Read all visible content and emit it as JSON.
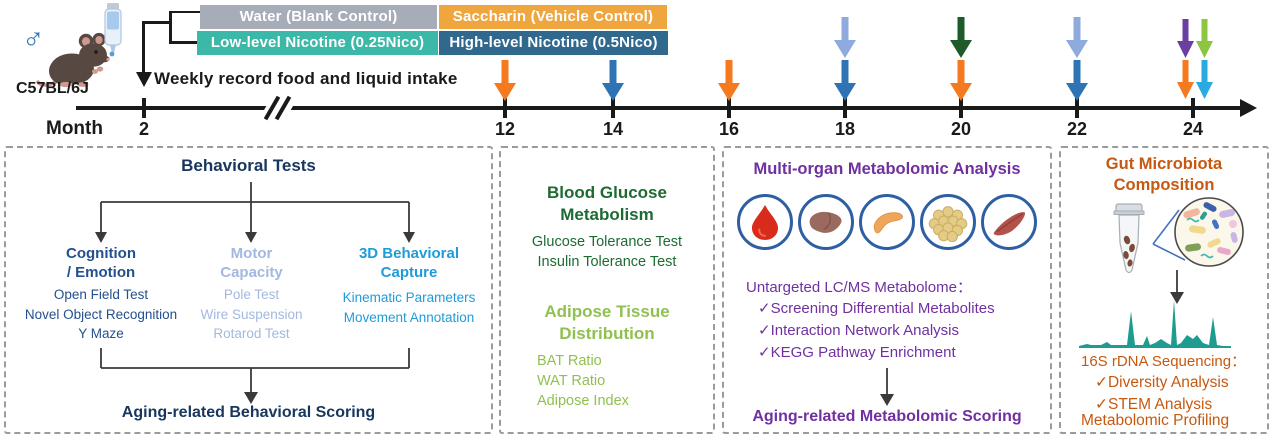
{
  "colors": {
    "orange_arrow": "#F4791F",
    "steel_arrow": "#2E74B5",
    "periwinkle_arrow": "#8FAADC",
    "darkgreen_arrow": "#1E5B2B",
    "purple_arrow": "#6B3FA0",
    "yellowgreen_arrow": "#8CC63F",
    "cyan_arrow": "#29ABE2",
    "water_box": "#A6ACB8",
    "low_nicotine_box": "#3CB8A8",
    "saccharin_box": "#F0A63E",
    "high_nicotine_box": "#30688E",
    "navy": "#17375E",
    "bright_blue": "#1F9CD8",
    "dark_green": "#1D6B33",
    "light_green": "#90C150",
    "purple": "#7030A0",
    "burnt_orange": "#C65911",
    "teal_trace": "#1E9C8F"
  },
  "header": {
    "sex_symbol": "♂",
    "strain": "C57BL/6J",
    "note": "Weekly record food and liquid intake",
    "legend": [
      {
        "label": "Water (Blank Control)"
      },
      {
        "label": "Low-level Nicotine (0.25Nico)"
      },
      {
        "label": "Saccharin (Vehicle Control)"
      },
      {
        "label": "High-level Nicotine (0.5Nico)"
      }
    ]
  },
  "timeline": {
    "axis_label": "Month",
    "months": [
      "2",
      "12",
      "14",
      "16",
      "18",
      "20",
      "22",
      "24"
    ]
  },
  "panels": {
    "behavior": {
      "title": "Behavioral Tests",
      "columns": [
        {
          "name": "Cognition\n/ Emotion",
          "items": [
            "Open Field Test",
            "Novel Object Recognition",
            "Y Maze"
          ]
        },
        {
          "name": "Motor\nCapacity",
          "items": [
            "Pole Test",
            "Wire Suspension",
            "Rotarod Test"
          ]
        },
        {
          "name": "3D Behavioral\nCapture",
          "items": [
            "Kinematic Parameters",
            "Movement Annotation"
          ]
        }
      ],
      "outcome": "Aging-related Behavioral Scoring"
    },
    "metabolism": {
      "glucose_title": "Blood Glucose\nMetabolism",
      "glucose_items": [
        "Glucose Tolerance Test",
        "Insulin Tolerance Test"
      ],
      "adipose_title": "Adipose Tissue\nDistribution",
      "adipose_items": [
        "BAT Ratio",
        "WAT Ratio",
        "Adipose Index"
      ]
    },
    "metabolomics": {
      "title": "Multi-organ Metabolomic Analysis",
      "organs": [
        "blood",
        "liver",
        "pancreas",
        "adipose",
        "muscle"
      ],
      "method": "Untargeted LC/MS Metabolome：",
      "checklist": [
        "✓Screening Differential Metabolites",
        "✓Interaction Network Analysis",
        "✓KEGG Pathway Enrichment"
      ],
      "outcome": "Aging-related Metabolomic Scoring"
    },
    "microbiota": {
      "title": "Gut Microbiota\nComposition",
      "method": "16S rDNA Sequencing：",
      "checklist": [
        "✓Diversity Analysis",
        "✓STEM Analysis"
      ],
      "footer": "Metabolomic Profiling"
    }
  }
}
